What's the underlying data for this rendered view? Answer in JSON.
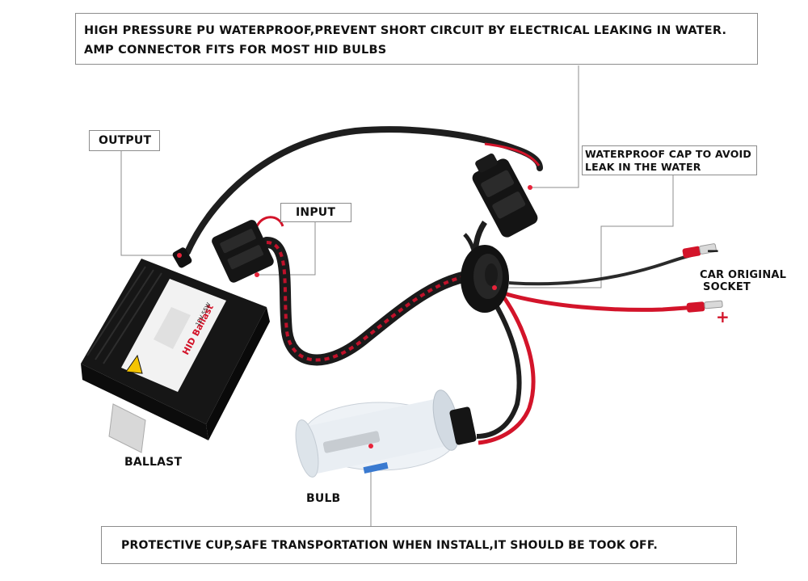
{
  "callouts": {
    "top_line1": "HIGH PRESSURE PU WATERPROOF,PREVENT SHORT CIRCUIT BY ELECTRICAL LEAKING IN WATER.",
    "top_line2": "AMP CONNECTOR FITS FOR MOST HID BULBS",
    "output": "OUTPUT",
    "input": "INPUT",
    "waterproof_line1": "WATERPROOF CAP TO AVOID",
    "waterproof_line2": "LEAK IN THE WATER",
    "car_line1": "CAR ORIGINAL",
    "car_line2": "SOCKET",
    "minus": "−",
    "plus": "+",
    "ballast": "BALLAST",
    "bulb": "BULB",
    "bottom": "PROTECTIVE CUP,SAFE TRANSPORTATION WHEN INSTALL,IT SHOULD BE TOOK OFF."
  },
  "product": {
    "ballast_brand": "HID Ballast",
    "ballast_rating": "12V 55W"
  },
  "colors": {
    "wire_black": "#1e1e1e",
    "wire_red": "#d3142a",
    "leader_line": "#8c8c8c",
    "sign_plus": "#d3142a"
  }
}
